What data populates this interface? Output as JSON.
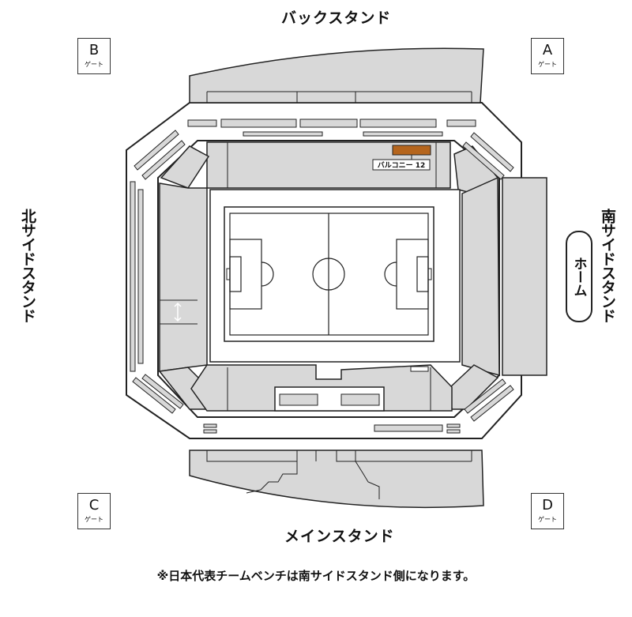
{
  "stands": {
    "back": "バックスタンド",
    "main": "メインスタンド",
    "north": "北サイドスタンド",
    "south": "南サイドスタンド"
  },
  "gates": {
    "a": {
      "letter": "A",
      "sub": "ゲート"
    },
    "b": {
      "letter": "B",
      "sub": "ゲート"
    },
    "c": {
      "letter": "C",
      "sub": "ゲート"
    },
    "d": {
      "letter": "D",
      "sub": "ゲート"
    }
  },
  "home_label": "ホーム",
  "balcony_label": "バルコニー 12",
  "note": "※日本代表チームベンチは南サイドスタンド側になります。",
  "colors": {
    "seat": "#d8d8d8",
    "highlight": "#b5651d",
    "outline": "#222222"
  },
  "icons": {
    "vertical_arrow": "up-down-arrow-icon"
  }
}
